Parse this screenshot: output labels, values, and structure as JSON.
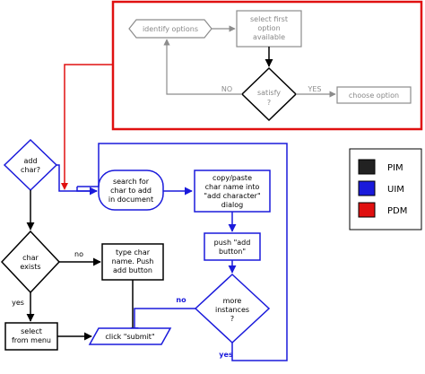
{
  "colors": {
    "pim": "#000000",
    "uim": "#1a1adb",
    "pdm": "#e01010",
    "grey": "#8c8c8c"
  },
  "top_panel": {
    "identify_options": "identify options",
    "select_first": [
      "select first",
      "option",
      "available"
    ],
    "satisfy": [
      "satisfy",
      "?"
    ],
    "choose_option": "choose option",
    "no_label": "NO",
    "yes_label": "YES"
  },
  "flow": {
    "add_char": [
      "add",
      "char?"
    ],
    "search_for": [
      "search for",
      "char to add",
      "in document"
    ],
    "copy_paste": [
      "copy/paste",
      "char name into",
      "\"add character\"",
      "dialog"
    ],
    "push_add": [
      "push \"add",
      "button\""
    ],
    "more_instances": [
      "more",
      "instances",
      "?"
    ],
    "char_exists": [
      "char",
      "exists"
    ],
    "type_char": [
      "type char",
      "name. Push",
      "add button"
    ],
    "select_menu": [
      "select",
      "from menu"
    ],
    "click_submit": "click \"submit\"",
    "no_label_1": "no",
    "yes_label_1": "yes",
    "no_label_2": "no",
    "yes_label_2": "yes"
  },
  "legend": {
    "items": [
      {
        "label": "PIM",
        "color": "#000000"
      },
      {
        "label": "UIM",
        "color": "#1a1adb"
      },
      {
        "label": "PDM",
        "color": "#e01010"
      }
    ]
  }
}
